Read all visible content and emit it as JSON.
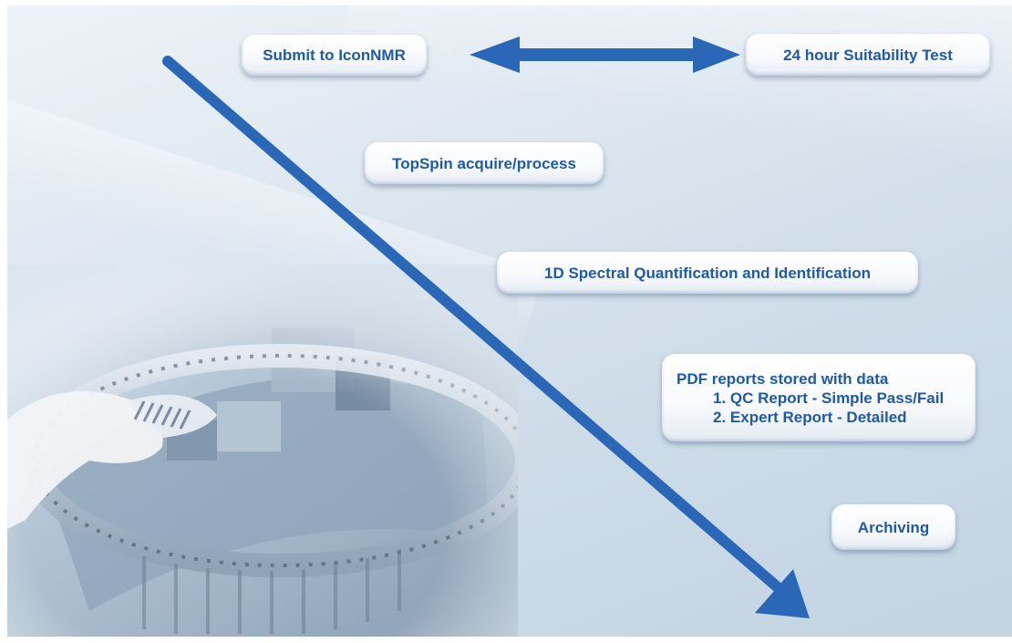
{
  "steps": {
    "submit": "Submit to IconNMR",
    "suitability": "24 hour Suitability Test",
    "topspin": "TopSpin acquire/process",
    "spectral": "1D Spectral Quantification and Identification",
    "pdf_title": "PDF reports stored with data",
    "pdf_item1": "1. QC Report - Simple Pass/Fail",
    "pdf_item2": "2. Expert Report - Detailed",
    "archiving": "Archiving"
  },
  "colors": {
    "arrow": "#2a67b6",
    "text": "#1f5aa6"
  }
}
